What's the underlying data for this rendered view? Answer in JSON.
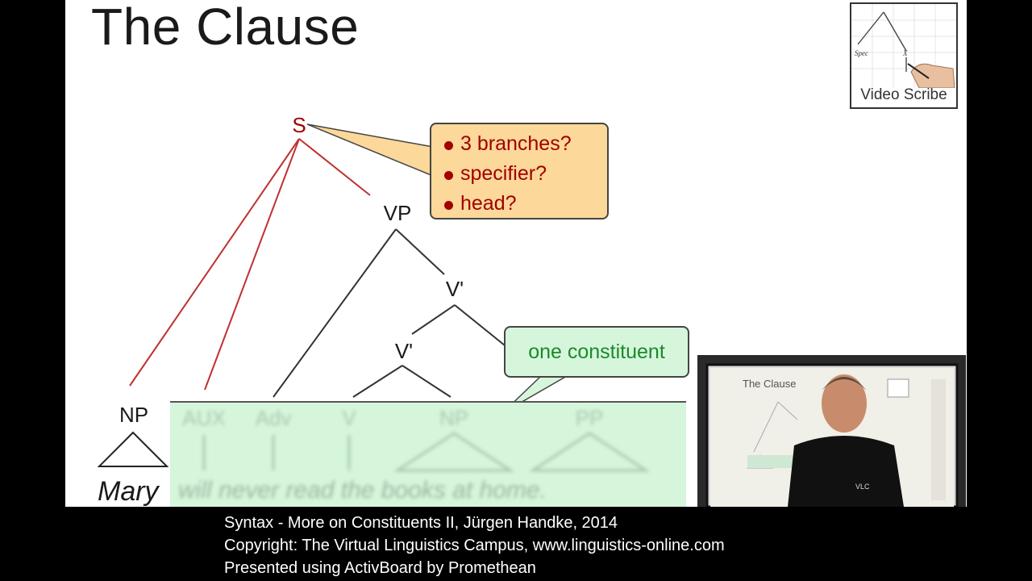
{
  "slide": {
    "title": "The Clause",
    "tree": {
      "root_label": "S",
      "vp_label": "VP",
      "vbar_upper_label": "V'",
      "vbar_lower_label": "V'",
      "np_label": "NP",
      "np_word": "Mary",
      "blurred_categories": [
        "AUX",
        "Adv",
        "V",
        "NP",
        "PP"
      ],
      "blurred_sentence": "will never read the books at home."
    },
    "callout_s": {
      "items": [
        "3 branches?",
        "specifier?",
        "head?"
      ]
    },
    "callout_constituent": "one constituent",
    "colors": {
      "highlight_red": "#a00000",
      "line_red": "#c03030",
      "callout_orange_bg": "#fcd89a",
      "callout_green_bg": "#d6f6dc",
      "callout_green_text": "#1a8a2a"
    }
  },
  "logo": {
    "caption": "Video Scribe",
    "sketch_labels": [
      "Spec",
      "X"
    ]
  },
  "webcam": {
    "board_title": "The Clause",
    "shirt_logo": "VLC"
  },
  "caption": {
    "lines": [
      "Syntax - More on Constituents II, Jürgen Handke, 2014",
      "Copyright: The Virtual Linguistics Campus, www.linguistics-online.com",
      "Presented using ActivBoard by Promethean"
    ]
  }
}
